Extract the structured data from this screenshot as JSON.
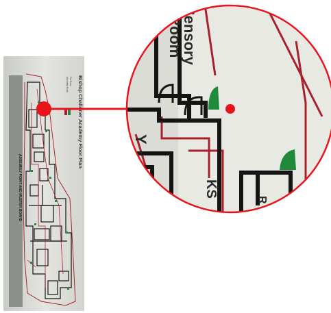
{
  "photo": {
    "title": "Bishop Challoner Academy Floor Plan",
    "legend_line_1": "Fire Exits",
    "legend_line_2": "Assembly Route",
    "side_banner": "ASSEMBLY POINT AND MUSTER BOARD"
  },
  "magnifier": {
    "room_label_line_1": "Sensory",
    "room_label_line_2": "Room",
    "label_ks": "KS",
    "label_y": "Y",
    "label_r": "R"
  },
  "colors": {
    "pointer_red": "#e8141b",
    "route_red": "#a8202e",
    "fire_exit_green": "#1f8a3a",
    "wall_black": "#141414",
    "paper": "#e9e9e4",
    "banner_gray": "#8c908b"
  }
}
